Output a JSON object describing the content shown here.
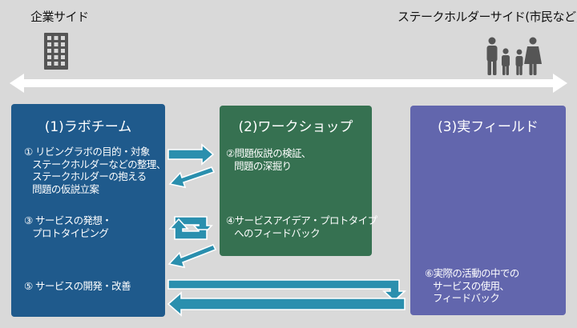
{
  "header": {
    "left_label": "企業サイド",
    "right_label": "ステークホルダーサイド(市民など)",
    "left_icon": "office-building-icon",
    "right_icon": "family-icon"
  },
  "boxes": {
    "lab": {
      "title": "(1)ラボチーム",
      "color": "#1f5a8c",
      "steps": [
        "① リビングラボの目的・対象\n   ステークホルダーなどの整理、\n   ステークホルダーの抱える\n   問題の仮説立案",
        "③ サービスの発想・\n   プロトタイピング",
        "⑤ サービスの開発・改善"
      ]
    },
    "workshop": {
      "title": "(2)ワークショップ",
      "color": "#367151",
      "steps": [
        "②問題仮説の検証、\n   問題の深掘り",
        "④サービスアイデア・プロトタイプ\n   へのフィードバック"
      ]
    },
    "field": {
      "title": "(3)実フィールド",
      "color": "#6266ad",
      "steps": [
        "⑥実際の活動の中での\n   サービスの使用、\n   フィードバック"
      ]
    }
  },
  "colors": {
    "arrow": "#2a8fae",
    "arrow_outline": "#ffffff",
    "axis_arrow": "#ffffff",
    "icon": "#555555"
  }
}
